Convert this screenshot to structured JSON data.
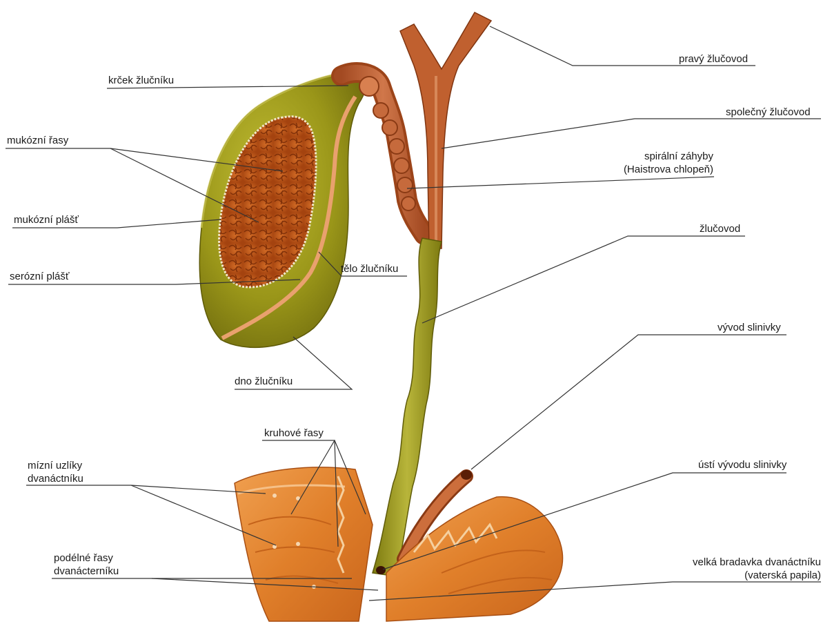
{
  "labels": {
    "pravy_zlucovod": "pravý žlučovod",
    "spolecny_zlucovod": "společný žlučovod",
    "spiralni_zahyby_1": "spirální záhyby",
    "spiralni_zahyby_2": "(Haistrova chlopeň)",
    "zlucovod": "žlučovod",
    "vyvod_slinivky": "vývod slinivky",
    "usti_vyvodu_slinivky": "ústí vývodu slinivky",
    "velka_bradavka_1": "velká bradavka dvanáctníku",
    "velka_bradavka_2": "(vaterská papila)",
    "krcek_zlucniku": "krček žlučníku",
    "mukozni_rasy": "mukózní řasy",
    "mukozni_plast": "mukózní plášť",
    "serozni_plast": "serózní plášť",
    "telo_zlucniku": "tělo žlučníku",
    "dno_zlucniku": "dno žlučníku",
    "kruhove_rasy": "kruhové řasy",
    "mizni_uzliky_1": "mízní uzlíky",
    "mizni_uzliky_2": "dvanáctníku",
    "podelne_rasy_1": "podélné řasy",
    "podelne_rasy_2": "dvanácterníku"
  },
  "colors": {
    "gallbladder": "#8f8d16",
    "gallbladder_light": "#b7b42a",
    "mucosa": "#c25a1c",
    "duct": "#c46a3a",
    "bile_duct": "#9c9a22",
    "duodenum": "#e3862e",
    "line": "#333333"
  }
}
